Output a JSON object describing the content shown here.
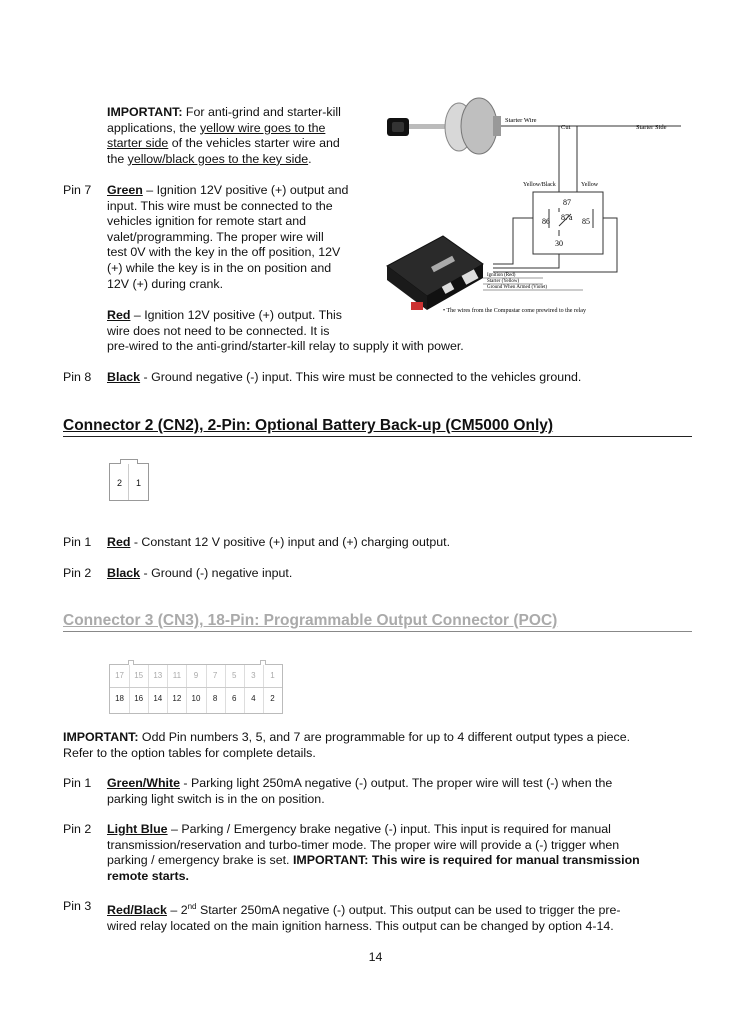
{
  "important_top": {
    "label": "IMPORTANT:",
    "t1": " For anti-grind and starter-kill",
    "t2": "applications, the ",
    "u1": "yellow wire goes to the",
    "u2": "starter side",
    "t3": " of the vehicles starter wire and",
    "t4": "the ",
    "u3": "yellow/black goes to the key side",
    "t5": "."
  },
  "pin7": {
    "label": "Pin 7",
    "green_name": "Green",
    "green_lines": [
      " – Ignition 12V positive (+) output and",
      "input. This wire must be connected to the",
      "vehicles ignition for remote start and",
      "valet/programming.  The proper wire will",
      "test 0V with the key in the off position, 12V",
      "(+) while the key is in the on position and",
      "12V (+) during crank."
    ],
    "red_name": "Red",
    "red_lines": [
      " – Ignition 12V positive (+) output. This",
      "wire does not need to be connected. It is",
      "pre-wired to the anti-grind/starter-kill relay to supply it with power."
    ]
  },
  "pin8": {
    "label": "Pin 8",
    "name": "Black",
    "text": " - Ground negative (-) input. This wire must be connected to the vehicles ground."
  },
  "diagram": {
    "starter_wire": "Starter Wire",
    "cut": "Cut",
    "starter_side": "Starter Side",
    "yellow_black": "Yellow/Black",
    "yellow": "Yellow",
    "relay_87": "87",
    "relay_87a": "87a",
    "relay_86": "86",
    "relay_85": "85",
    "relay_30": "30",
    "wire_labels": [
      "Ignition (Red)",
      "Starter (Yellow)",
      "Ground When Armed (Violet)"
    ],
    "caption": "• The wires from the Compustar come prewired to the relay"
  },
  "cn2": {
    "heading": "Connector 2 (CN2), 2-Pin:  Optional Battery Back-up (CM5000 Only)",
    "pins": [
      "2",
      "1"
    ],
    "pin1": {
      "label": "Pin 1",
      "name": "Red",
      "text": " - Constant 12 V positive (+) input and (+) charging output."
    },
    "pin2": {
      "label": "Pin 2",
      "name": "Black",
      "text": " - Ground (-) negative input."
    }
  },
  "cn3": {
    "heading": "Connector 3 (CN3), 18-Pin:  Programmable Output Connector (POC)",
    "top_pins": [
      "17",
      "15",
      "13",
      "11",
      "9",
      "7",
      "5",
      "3",
      "1"
    ],
    "bottom_pins": [
      "18",
      "16",
      "14",
      "12",
      "10",
      "8",
      "6",
      "4",
      "2"
    ],
    "important_label": "IMPORTANT:",
    "important_line1": "  Odd Pin numbers 3, 5, and 7 are programmable for up to 4 different output types a piece.",
    "important_line2": "Refer to the option tables for complete details.",
    "pin1": {
      "label": "Pin 1",
      "name": "Green/White",
      "line1": " - Parking light 250mA negative (-) output. The proper wire will test (-) when the",
      "line2": "parking light switch is in the on position."
    },
    "pin2": {
      "label": "Pin 2",
      "name": "Light Blue",
      "line1": " – Parking / Emergency brake negative (-) input. This input is required for manual",
      "line2": "transmission/reservation and turbo-timer mode. The proper wire will provide a (-) trigger when",
      "line3": "parking / emergency brake is set. ",
      "line3_bold": "IMPORTANT: This wire is required for manual transmission",
      "line4_bold": "remote starts."
    },
    "pin3": {
      "label": "Pin 3",
      "name": "Red/Black",
      "line1a": " – 2",
      "line1_sup": "nd",
      "line1b": " Starter 250mA negative (-) output. This output can be used to trigger the pre-",
      "line2": "wired relay located on the main ignition harness. This output can be changed by option 4-14."
    }
  },
  "page_number": "14"
}
